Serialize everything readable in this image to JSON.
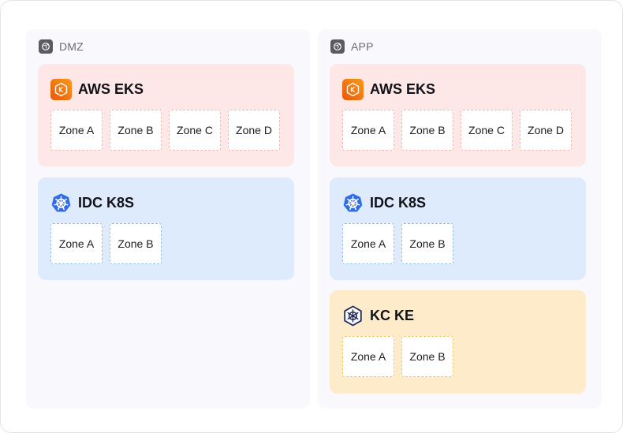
{
  "columns": [
    {
      "label": "DMZ",
      "clusters": [
        {
          "name": "AWS EKS",
          "zones": [
            "Zone A",
            "Zone B",
            "Zone C",
            "Zone D"
          ]
        },
        {
          "name": "IDC K8S",
          "zones": [
            "Zone A",
            "Zone B"
          ]
        }
      ]
    },
    {
      "label": "APP",
      "clusters": [
        {
          "name": "AWS EKS",
          "zones": [
            "Zone A",
            "Zone B",
            "Zone C",
            "Zone D"
          ]
        },
        {
          "name": "IDC K8S",
          "zones": [
            "Zone A",
            "Zone B"
          ]
        },
        {
          "name": "KC KE",
          "zones": [
            "Zone A",
            "Zone B"
          ]
        }
      ]
    }
  ],
  "icons": {
    "column": "globe-icon",
    "aws": "aws-eks-logo-icon",
    "idc": "kubernetes-logo-icon",
    "kc": "kubernetes-outline-logo-icon"
  },
  "colors": {
    "aws_bg": "#fde8e7",
    "idc_bg": "#ddebfc",
    "kc_bg": "#fdebc9",
    "aws_accent": "#f58300",
    "k8s_blue": "#326ce5",
    "kc_navy": "#1f2a5e"
  }
}
